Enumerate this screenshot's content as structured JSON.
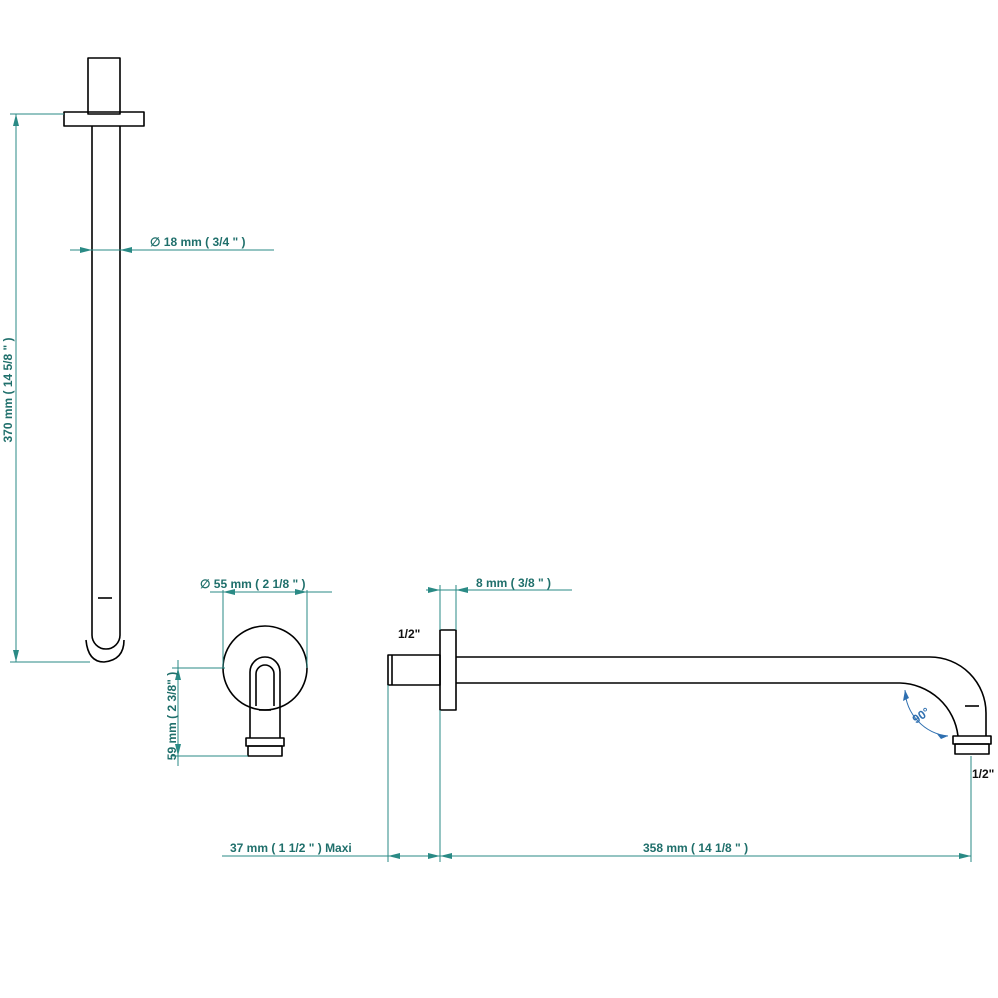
{
  "dimensions": {
    "vertical_length": "370 mm ( 14 5/8 \" )",
    "pipe_diameter": "∅  18 mm ( 3/4 \" )",
    "flange_diameter": "∅  55 mm ( 2 1/8 \" )",
    "drop_height": "59 mm ( 2 3/8\" )",
    "flange_thickness": "8 mm ( 3/8 \" )",
    "wall_thread_length": "37 mm ( 1 1/2 \" ) Maxi",
    "arm_length": "358 mm ( 14 1/8 \" )",
    "inlet_thread": "1/2\"",
    "outlet_thread": "1/2\"",
    "bend_angle": "90°"
  },
  "colors": {
    "dimension": "#2a8a85",
    "label": "#1f6f6b",
    "angle": "#2e6fb0",
    "outline": "#000000"
  }
}
